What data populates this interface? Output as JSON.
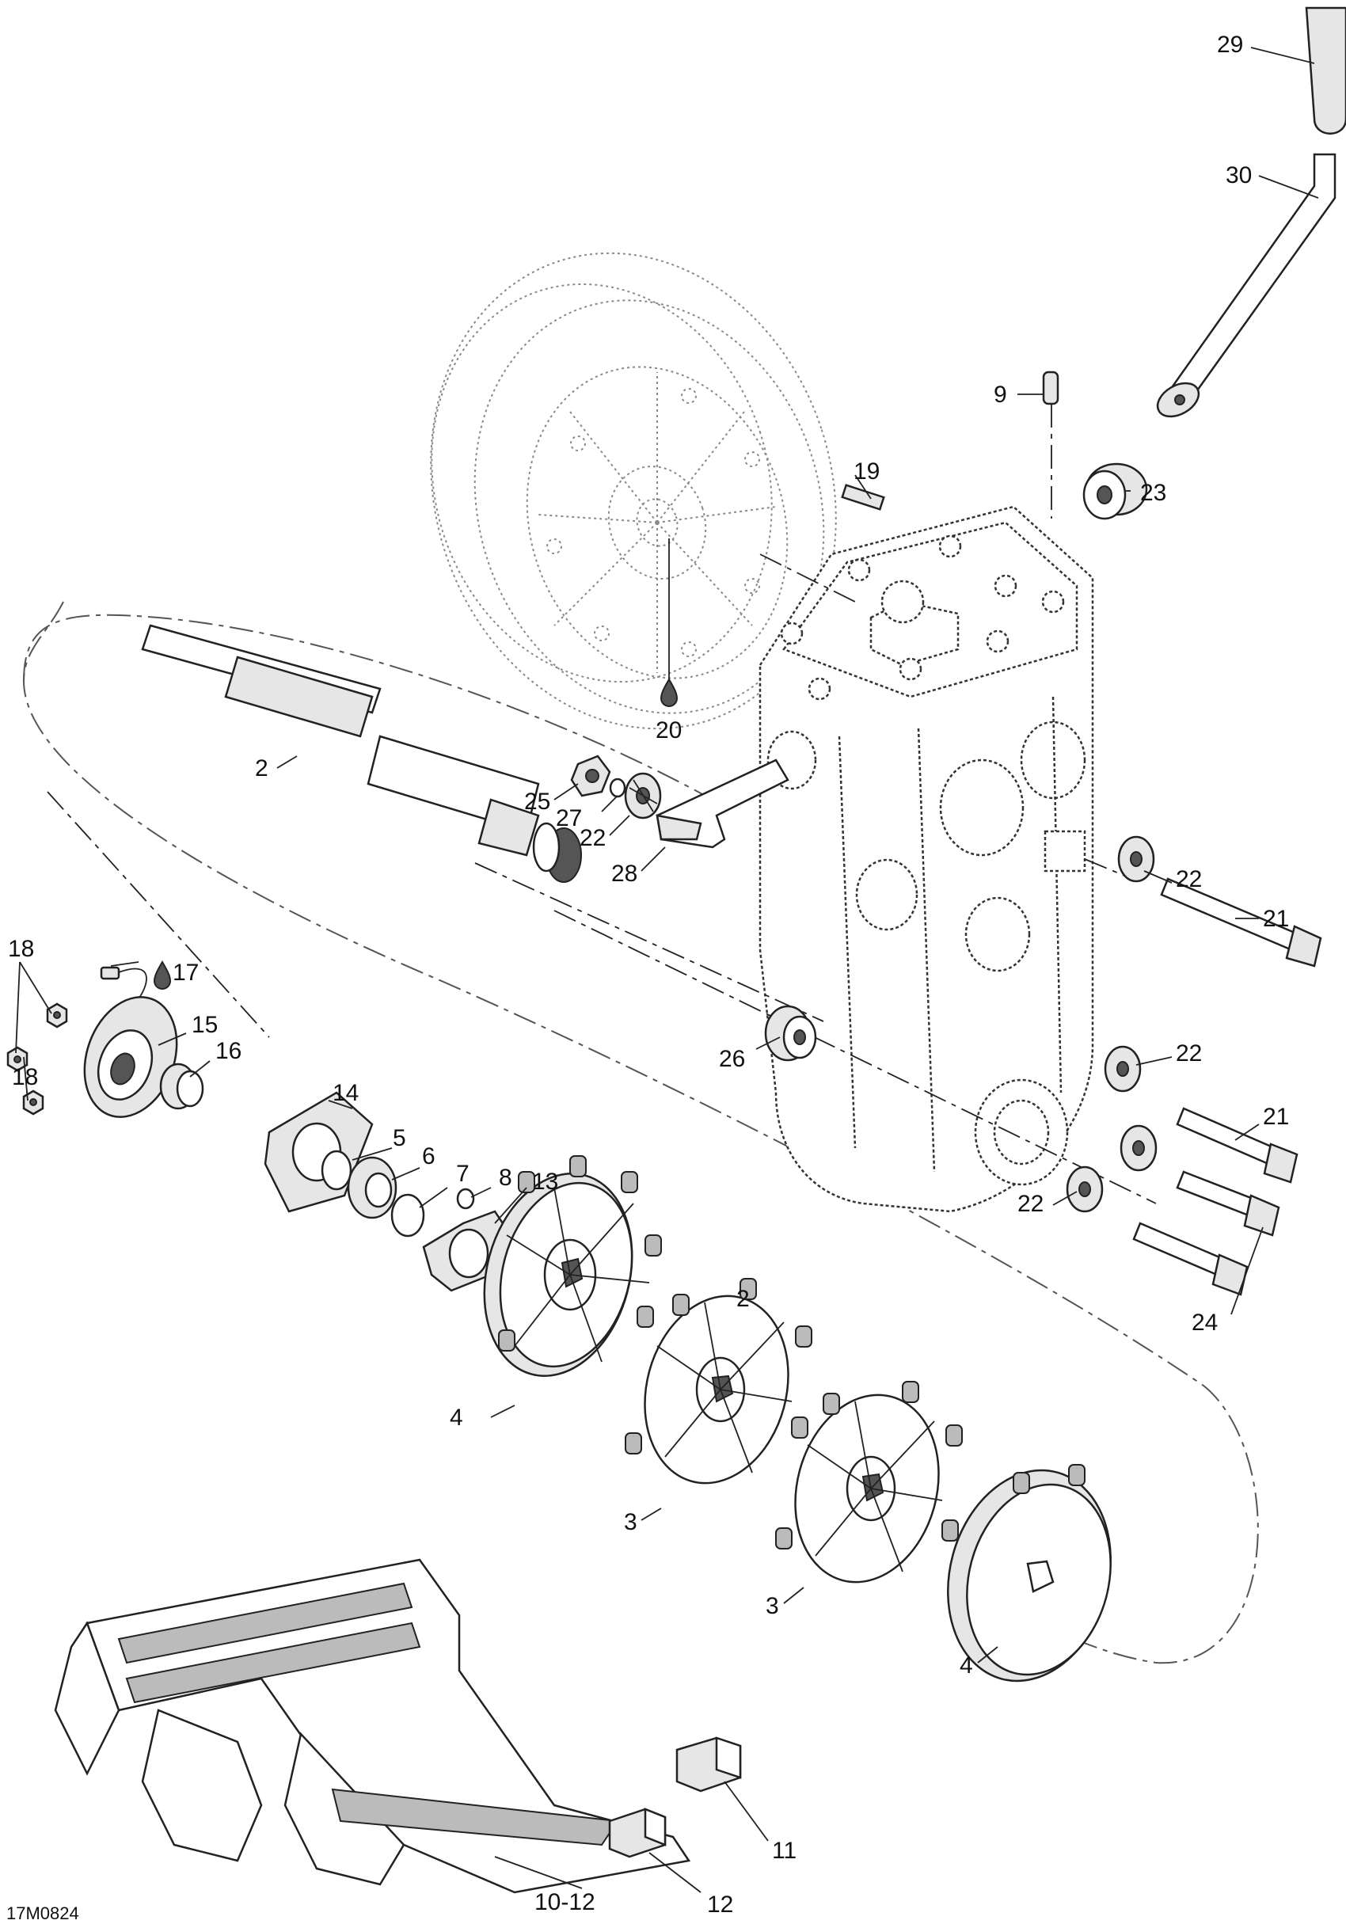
{
  "drawing_code": "17M0824",
  "callouts": [
    {
      "key": "p29",
      "text": "29"
    },
    {
      "key": "p30",
      "text": "30"
    },
    {
      "key": "p9",
      "text": "9"
    },
    {
      "key": "p19",
      "text": "19"
    },
    {
      "key": "p23",
      "text": "23"
    },
    {
      "key": "p20",
      "text": "20"
    },
    {
      "key": "p2a",
      "text": "2"
    },
    {
      "key": "p25",
      "text": "25"
    },
    {
      "key": "p27",
      "text": "27"
    },
    {
      "key": "p22a",
      "text": "22"
    },
    {
      "key": "p28",
      "text": "28"
    },
    {
      "key": "p22b",
      "text": "22"
    },
    {
      "key": "p21a",
      "text": "21"
    },
    {
      "key": "p17",
      "text": "17"
    },
    {
      "key": "p18a",
      "text": "18"
    },
    {
      "key": "p15",
      "text": "15"
    },
    {
      "key": "p18b",
      "text": "18"
    },
    {
      "key": "p16",
      "text": "16"
    },
    {
      "key": "p26",
      "text": "26"
    },
    {
      "key": "p22c",
      "text": "22"
    },
    {
      "key": "p14",
      "text": "14"
    },
    {
      "key": "p21b",
      "text": "21"
    },
    {
      "key": "p5",
      "text": "5"
    },
    {
      "key": "p6",
      "text": "6"
    },
    {
      "key": "p7",
      "text": "7"
    },
    {
      "key": "p8",
      "text": "8"
    },
    {
      "key": "p13",
      "text": "13"
    },
    {
      "key": "p22d",
      "text": "22"
    },
    {
      "key": "p24",
      "text": "24"
    },
    {
      "key": "p2b",
      "text": "2"
    },
    {
      "key": "p4a",
      "text": "4"
    },
    {
      "key": "p3a",
      "text": "3"
    },
    {
      "key": "p3b",
      "text": "3"
    },
    {
      "key": "p4b",
      "text": "4"
    },
    {
      "key": "p11",
      "text": "11"
    },
    {
      "key": "p10_12",
      "text": "10-12"
    },
    {
      "key": "p12",
      "text": "12"
    }
  ],
  "lubricant_icon": "oil-drop-icon"
}
